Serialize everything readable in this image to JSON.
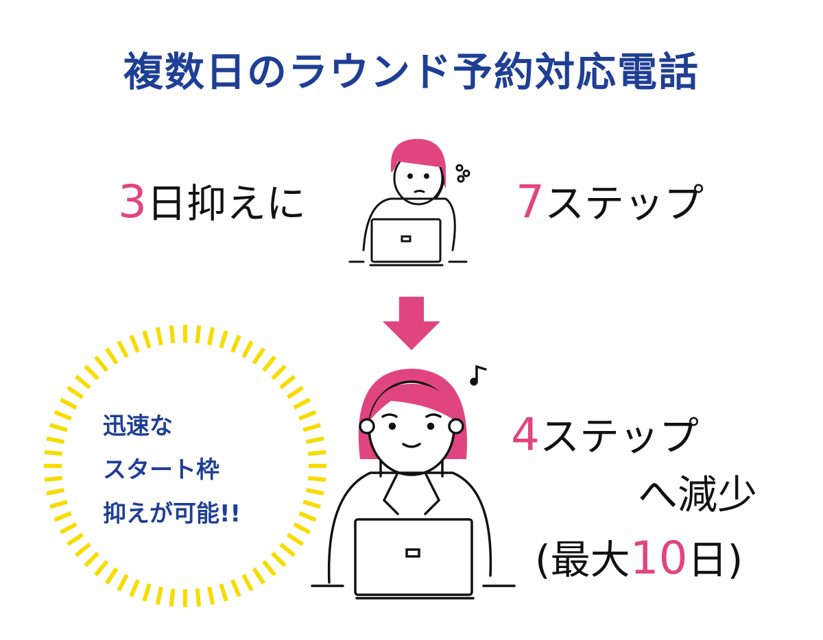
{
  "title": "複数日のラウンド予約対応電話",
  "before": {
    "days_num": "3",
    "days_text": "日抑えに",
    "steps_num": "7",
    "steps_text": "ステップ"
  },
  "after": {
    "steps_num": "4",
    "steps_text": "ステップ",
    "reduce_text": "へ減少",
    "paren_open": "(最大",
    "max_num": "10",
    "paren_close": "日)"
  },
  "burst": {
    "line1": "迅速な",
    "line2": "スタート枠",
    "line3": "抑えが可能!!"
  },
  "colors": {
    "navy": "#1f3f94",
    "pink": "#e0457f",
    "yellow": "#f7dc00"
  }
}
